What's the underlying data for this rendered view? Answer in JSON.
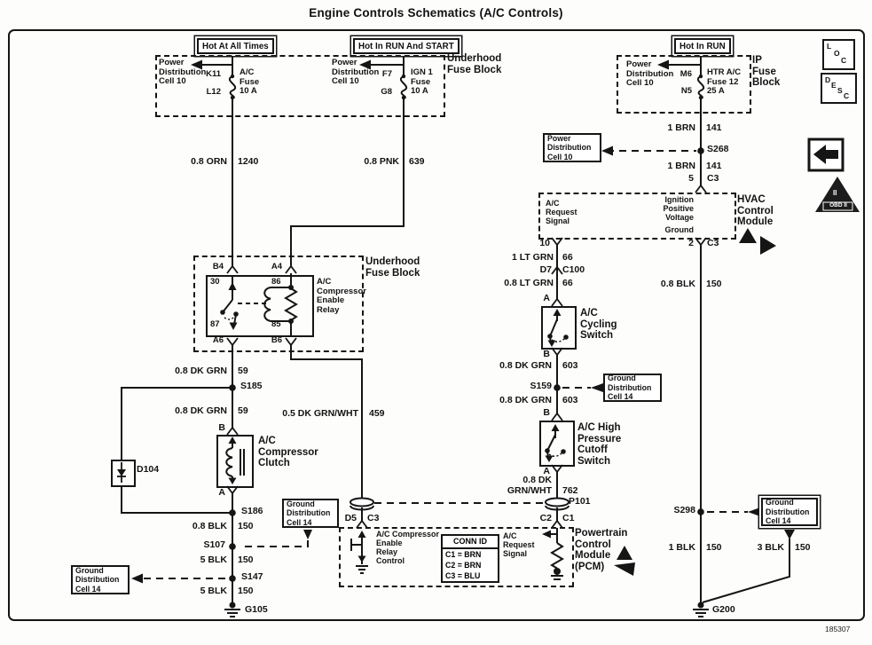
{
  "title": "Engine Controls Schematics (A/C Controls)",
  "doc_number": "185307",
  "banners": {
    "all_times": "Hot At All Times",
    "run_start": "Hot In RUN And START",
    "run": "Hot In RUN"
  },
  "underhood_top": {
    "power_ref_1": "Power\nDistribution\nCell 10",
    "ac_fuse_pin_top": "K11",
    "ac_fuse_pin_bot": "L12",
    "ac_fuse_name": "A/C\nFuse\n10 A",
    "power_ref_2": "Power\nDistribution\nCell 10",
    "ign_fuse_pin_top": "F7",
    "ign_fuse_pin_bot": "G8",
    "ign_fuse_name": "IGN 1\nFuse\n10 A",
    "block_label": "Underhood\nFuse Block"
  },
  "ip_block": {
    "power_ref": "Power\nDistribution\nCell 10",
    "fuse_pin_top": "M6",
    "fuse_pin_bot": "N5",
    "fuse_name": "HTR A/C\nFuse 12\n25 A",
    "block_label": "IP\nFuse\nBlock"
  },
  "side_icons": {
    "loc": [
      "L",
      "O",
      "C"
    ],
    "desc": [
      "D",
      "E",
      "S",
      "C"
    ],
    "obd_numeral": "II",
    "obd_label": "OBD II"
  },
  "wires": {
    "orn": {
      "gauge": "0.8 ORN",
      "circuit": "1240"
    },
    "pnk": {
      "gauge": "0.8 PNK",
      "circuit": "639"
    },
    "brn_a": {
      "gauge": "1 BRN",
      "circuit": "141"
    },
    "brn_b": {
      "gauge": "1 BRN",
      "circuit": "141"
    },
    "ltgrn_a": {
      "gauge": "1 LT GRN",
      "circuit": "66"
    },
    "ltgrn_b": {
      "gauge": "0.8 LT GRN",
      "circuit": "66"
    },
    "dkgrn603_a": {
      "gauge": "0.8 DK GRN",
      "circuit": "603"
    },
    "dkgrn603_b": {
      "gauge": "0.8 DK GRN",
      "circuit": "603"
    },
    "dkgrnwht762": {
      "gauge": "0.8 DK\nGRN/WHT",
      "circuit": "762"
    },
    "blk08_right": {
      "gauge": "0.8 BLK",
      "circuit": "150"
    },
    "dkgrn59_a": {
      "gauge": "0.8 DK GRN",
      "circuit": "59"
    },
    "dkgrn59_b": {
      "gauge": "0.8 DK GRN",
      "circuit": "59"
    },
    "dkgrnwht459": {
      "gauge": "0.5 DK GRN/WHT",
      "circuit": "459"
    },
    "blk08_left": {
      "gauge": "0.8 BLK",
      "circuit": "150"
    },
    "blk5_a": {
      "gauge": "5 BLK",
      "circuit": "150"
    },
    "blk5_b": {
      "gauge": "5 BLK",
      "circuit": "150"
    },
    "blk1": {
      "gauge": "1 BLK",
      "circuit": "150"
    },
    "blk3": {
      "gauge": "3 BLK",
      "circuit": "150"
    }
  },
  "splices": {
    "s268": "S268",
    "s185": "S185",
    "s186": "S186",
    "s107": "S107",
    "s147": "S147",
    "s159": "S159",
    "s298": "S298"
  },
  "grounds": {
    "g105": "G105",
    "g200": "G200"
  },
  "ref_boxes": {
    "power_dist": "Power\nDistribution\nCell 10",
    "gnd_s107": "Ground\nDistribution\nCell 14",
    "gnd_s147": "Ground\nDistribution\nCell 14",
    "gnd_s159": "Ground\nDistribution\nCell 14",
    "gnd_s298": "Ground\nDistribution\nCell 14"
  },
  "relay": {
    "block_label": "Underhood\nFuse Block",
    "name": "A/C\nCompressor\nEnable\nRelay",
    "pin_b4": "B4",
    "pin_a4": "A4",
    "pin_a6": "A6",
    "pin_b6": "B6",
    "t30": "30",
    "t86": "86",
    "t87": "87",
    "t85": "85"
  },
  "hvac": {
    "name": "HVAC\nControl\nModule",
    "request": "A/C\nRequest\nSignal",
    "ignition": "Ignition\nPositive\nVoltage",
    "ground": "Ground",
    "pin5": "5",
    "pin10": "10",
    "pin2": "2",
    "c3_top": "C3",
    "c3_bot": "C3"
  },
  "connectors": {
    "d7": "D7",
    "c100": "C100",
    "p101": "P101"
  },
  "cycling_switch": {
    "name": "A/C\nCycling\nSwitch",
    "pin_a": "A",
    "pin_b": "B"
  },
  "cutoff_switch": {
    "name": "A/C High\nPressure\nCutoff\nSwitch",
    "pin_b": "B",
    "pin_a": "A"
  },
  "clutch": {
    "name": "A/C\nCompressor\nClutch",
    "pin_b": "B",
    "pin_a": "A"
  },
  "diode": {
    "name": "D104"
  },
  "pcm": {
    "name": "Powertrain\nControl\nModule\n(PCM)",
    "relay_control": "A/C Compressor\nEnable\nRelay\nControl",
    "request": "A/C\nRequest\nSignal",
    "pin_d5": "D5",
    "pin_c3": "C3",
    "pin_c2": "C2",
    "pin_c1": "C1",
    "conn_id": {
      "header": "CONN ID",
      "rows": [
        "C1 = BRN",
        "C2 = BRN",
        "C3 = BLU"
      ]
    }
  },
  "colors": {
    "line": "#151515",
    "background": "#fdfdfc"
  }
}
